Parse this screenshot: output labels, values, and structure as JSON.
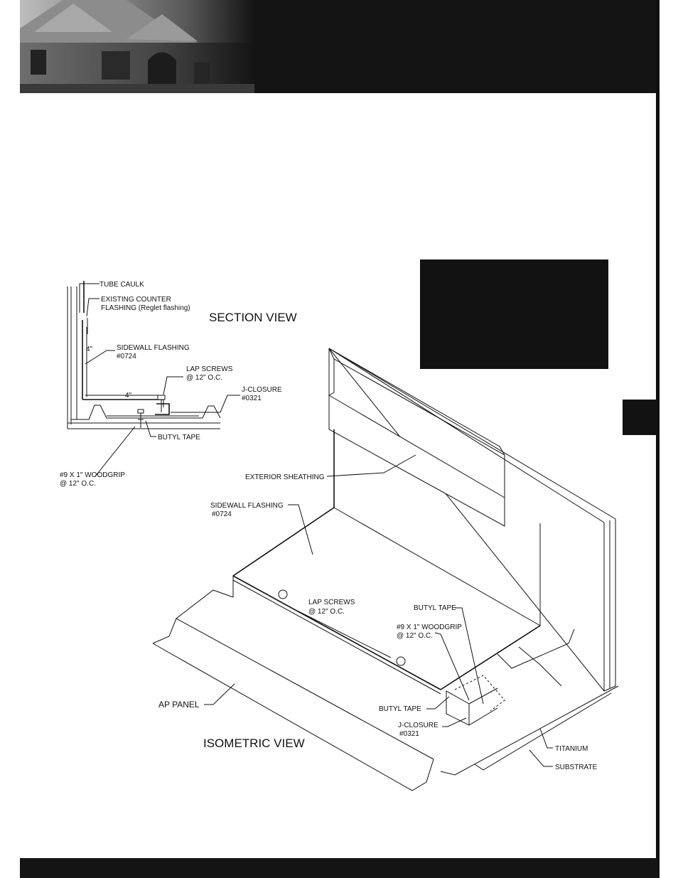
{
  "section_view": {
    "title": "SECTION VIEW",
    "labels": {
      "tube_caulk": "TUBE CAULK",
      "counter_flashing_1": "EXISTING COUNTER",
      "counter_flashing_2": "FLASHING (Reglet flashing)",
      "sidewall_flashing_1": "SIDEWALL FLASHING",
      "sidewall_flashing_2": "#0724",
      "dim_vertical": "4\"",
      "dim_horizontal": "4\"",
      "lap_screws_1": "LAP SCREWS",
      "lap_screws_2": "@ 12\" O.C.",
      "j_closure_1": "J-CLOSURE",
      "j_closure_2": "#0321",
      "butyl_tape": "BUTYL TAPE",
      "woodgrip_1": "#9 X 1\" WOODGRIP",
      "woodgrip_2": "@ 12\" O.C."
    }
  },
  "isometric_view": {
    "title": "ISOMETRIC VIEW",
    "labels": {
      "exterior_sheathing": "EXTERIOR SHEATHING",
      "sidewall_flashing_1": "SIDEWALL FLASHING",
      "sidewall_flashing_2": "#0724",
      "lap_screws_1": "LAP SCREWS",
      "lap_screws_2": "@ 12\" O.C.",
      "butyl_tape_top": "BUTYL TAPE",
      "woodgrip_1": "#9 X 1\" WOODGRIP",
      "woodgrip_2": "@ 12\" O.C.",
      "butyl_tape_bottom": "BUTYL TAPE",
      "j_closure_1": "J-CLOSURE",
      "j_closure_2": "#0321",
      "ap_panel": "AP PANEL",
      "titanium": "TITANIUM",
      "substrate": "SUBSTRATE"
    }
  },
  "colors": {
    "band": "#141414",
    "line": "#111111",
    "page": "#ffffff"
  }
}
